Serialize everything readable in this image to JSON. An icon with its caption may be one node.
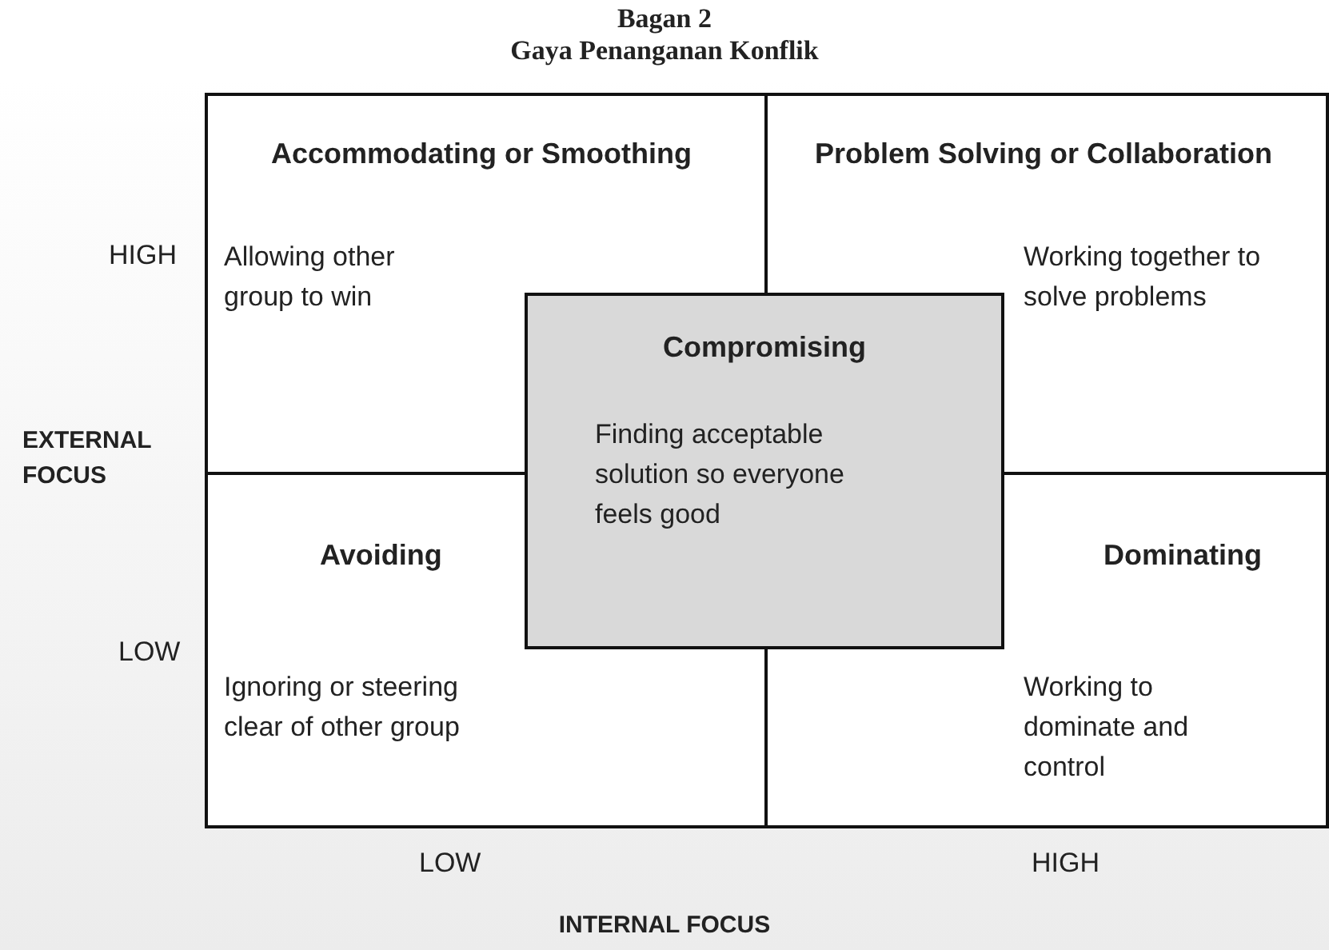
{
  "diagram": {
    "title": "Gaya Penanganan Konflik",
    "nodes": [
      {
        "text": [
          "Accommodating or Smoothing",
          "Allowing other group to win"
        ]
      },
      {
        "text": [
          "Problem Solving or Collaboration",
          "Working together to solve problems"
        ]
      },
      {
        "text": [
          "Avoiding",
          "Ignoring or steering clear of other group"
        ]
      },
      {
        "text": [
          "Dominating",
          "Working to dominate and control"
        ]
      },
      {
        "text": [
          "Compromising",
          "Finding acceptable solution so everyone feels good"
        ]
      }
    ],
    "edges": [],
    "labels": [
      "Bagan 2",
      "HIGH",
      "EXTERNAL FOCUS",
      "LOW",
      "LOW",
      "HIGH",
      "INTERNAL FOCUS"
    ]
  }
}
